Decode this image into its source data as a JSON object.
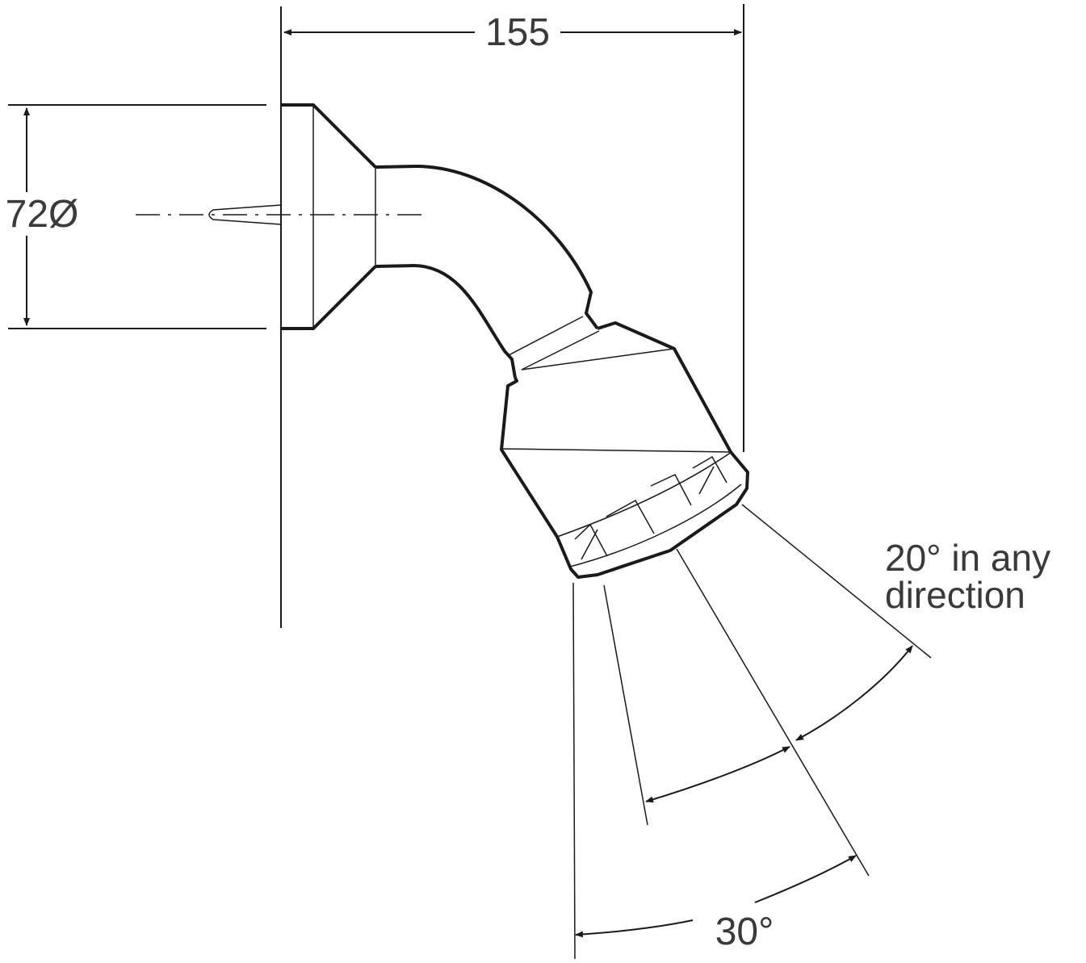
{
  "labels": {
    "width_dim": "155",
    "diameter_dim": "72Ø",
    "tilt_note_line1": "20° in any",
    "tilt_note_line2": "direction",
    "spray_angle": "30°"
  },
  "colors": {
    "line": "#1a1a1a",
    "text": "#3a3a3a",
    "background": "#ffffff"
  }
}
